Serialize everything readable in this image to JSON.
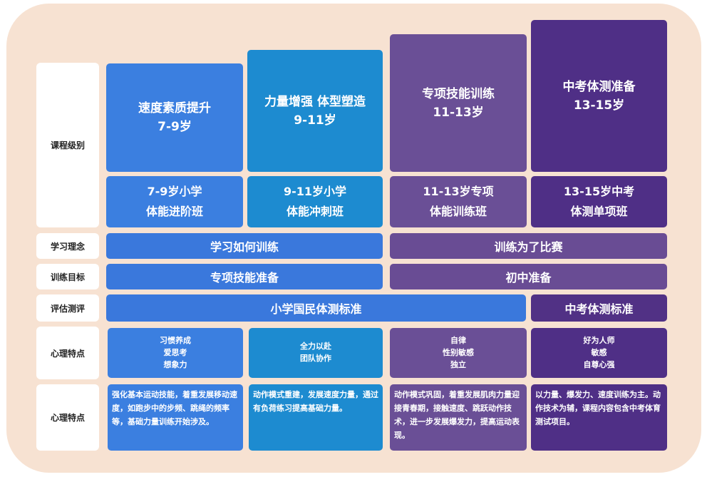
{
  "labels": {
    "level": "课程级别",
    "philosophy": "学习理念",
    "goal": "训练目标",
    "assessment": "评估测评",
    "psych": "心理特点",
    "psych2": "心理特点"
  },
  "columns": [
    {
      "title": "速度素质提升",
      "age": "7-9岁",
      "class_line1": "7-9岁小学",
      "class_line2": "体能进阶班",
      "traits": [
        "习惯养成",
        "爱思考",
        "想象力"
      ],
      "desc": "强化基本运动技能，着重发展移动速度，如跑步中的步频、跳绳的频率等，基础力量训练开始涉及。",
      "color": "#3b7fe0"
    },
    {
      "title": "力量增强 体型塑造",
      "age": "9-11岁",
      "class_line1": "9-11岁小学",
      "class_line2": "体能冲刺班",
      "traits": [
        "全力以赴",
        "团队协作"
      ],
      "desc": "动作模式重建，发展速度力量，通过有负荷练习提高基础力量。",
      "color": "#1d8bd0"
    },
    {
      "title": "专项技能训练",
      "age": "11-13岁",
      "class_line1": "11-13岁专项",
      "class_line2": "体能训练班",
      "traits": [
        "自律",
        "性别敏感",
        "独立"
      ],
      "desc": "动作模式巩固，着重发展肌肉力量迎接青春期，接触速度、跳跃动作技术，进一步发展爆发力，提高运动表现。",
      "color": "#6a4f96"
    },
    {
      "title": "中考体测准备",
      "age": "13-15岁",
      "class_line1": "13-15岁中考",
      "class_line2": "体测单项班",
      "traits": [
        "好为人师",
        "敏感",
        "自尊心强"
      ],
      "desc": "以力量、爆发力、速度训练为主。动作技术为辅，课程内容包含中考体育测试项目。",
      "color": "#4f2f86"
    }
  ],
  "bars": {
    "philosophy": [
      "学习如何训练",
      "训练为了比赛"
    ],
    "goal": [
      "专项技能准备",
      "初中准备"
    ],
    "assessment": [
      "小学国民体测标准",
      "中考体测标准"
    ]
  }
}
